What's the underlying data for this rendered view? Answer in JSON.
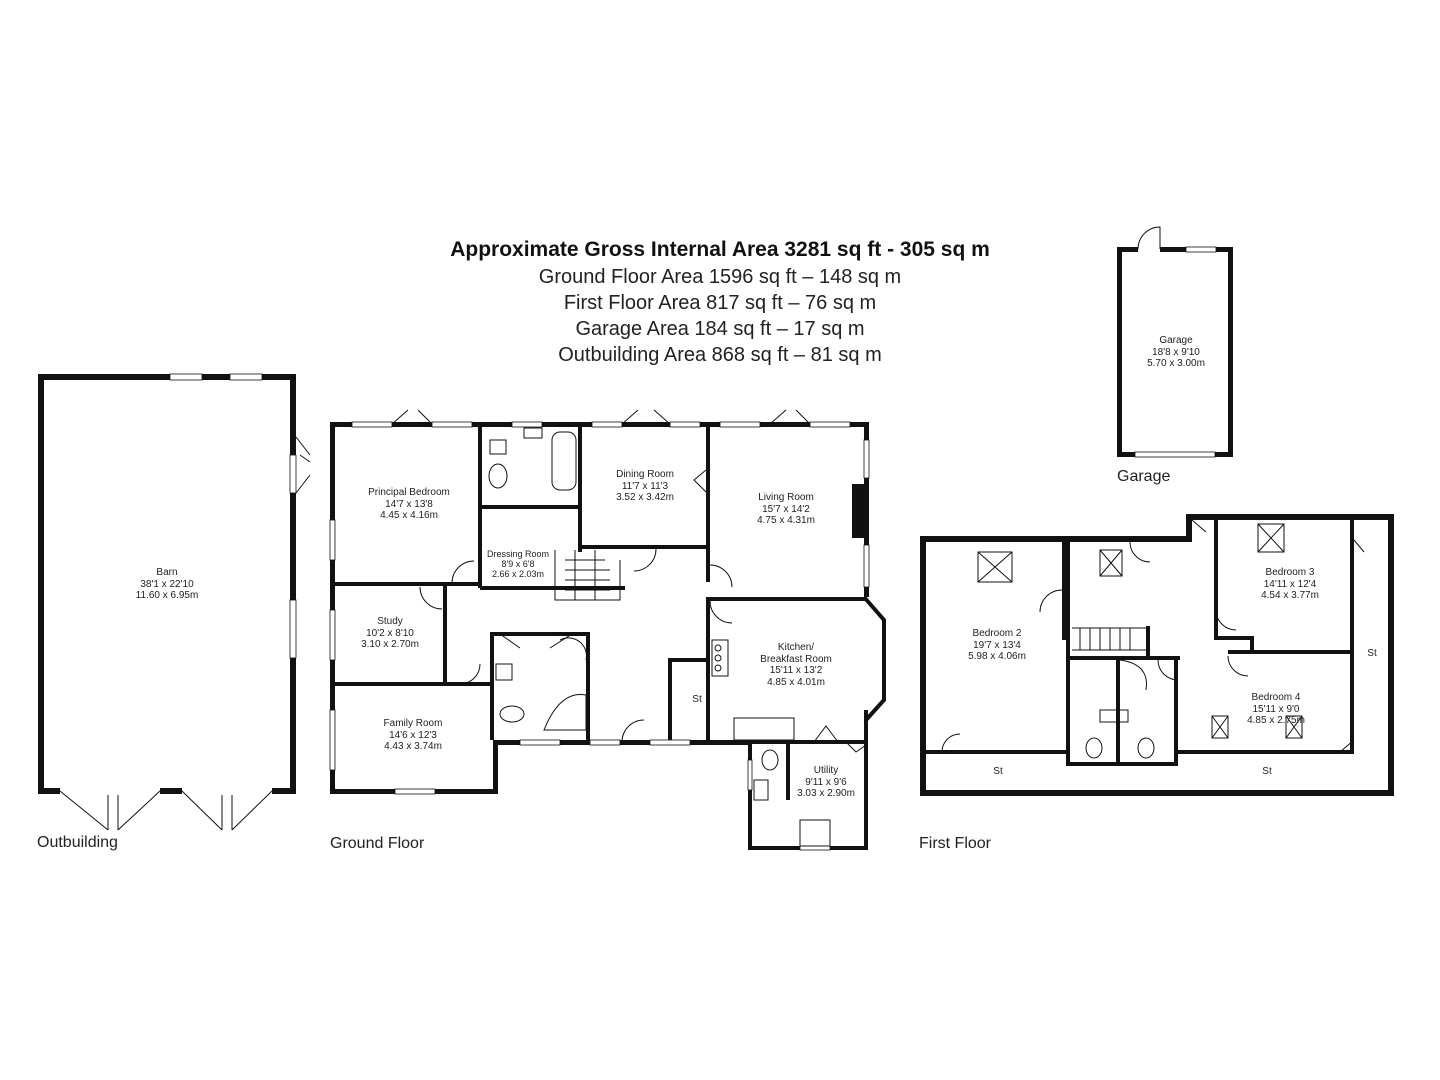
{
  "heading": {
    "title": "Approximate Gross Internal Area 3281 sq ft - 305 sq m",
    "lines": [
      "Ground Floor Area 1596 sq ft – 148 sq m",
      "First Floor Area 817 sq ft – 76 sq m",
      "Garage Area 184 sq ft – 17 sq m",
      "Outbuilding Area 868 sq ft – 81 sq m"
    ]
  },
  "floor_labels": {
    "outbuilding": "Outbuilding",
    "ground_floor": "Ground Floor",
    "first_floor": "First Floor",
    "garage": "Garage"
  },
  "rooms": {
    "barn": {
      "name": "Barn",
      "imperial": "38'1 x 22'10",
      "metric": "11.60 x 6.95m"
    },
    "principal_bedroom": {
      "name": "Principal Bedroom",
      "imperial": "14'7 x 13'8",
      "metric": "4.45 x 4.16m"
    },
    "dressing_room": {
      "name": "Dressing Room",
      "imperial": "8'9 x 6'8",
      "metric": "2.66 x 2.03m"
    },
    "dining_room": {
      "name": "Dining Room",
      "imperial": "11'7 x 11'3",
      "metric": "3.52 x 3.42m"
    },
    "living_room": {
      "name": "Living Room",
      "imperial": "15'7 x 14'2",
      "metric": "4.75 x 4.31m"
    },
    "study": {
      "name": "Study",
      "imperial": "10'2 x 8'10",
      "metric": "3.10 x 2.70m"
    },
    "family_room": {
      "name": "Family Room",
      "imperial": "14'6 x 12'3",
      "metric": "4.43 x 3.74m"
    },
    "kitchen": {
      "name1": "Kitchen/",
      "name2": "Breakfast Room",
      "imperial": "15'11 x 13'2",
      "metric": "4.85 x 4.01m"
    },
    "utility": {
      "name": "Utility",
      "imperial": "9'11 x 9'6",
      "metric": "3.03 x 2.90m"
    },
    "garage": {
      "name": "Garage",
      "imperial": "18'8 x 9'10",
      "metric": "5.70 x 3.00m"
    },
    "bedroom2": {
      "name": "Bedroom 2",
      "imperial": "19'7 x 13'4",
      "metric": "5.98 x 4.06m"
    },
    "bedroom3": {
      "name": "Bedroom 3",
      "imperial": "14'11 x 12'4",
      "metric": "4.54 x 3.77m"
    },
    "bedroom4": {
      "name": "Bedroom 4",
      "imperial": "15'11 x 9'0",
      "metric": "4.85 x 2.75m"
    }
  },
  "storage_label": "St"
}
